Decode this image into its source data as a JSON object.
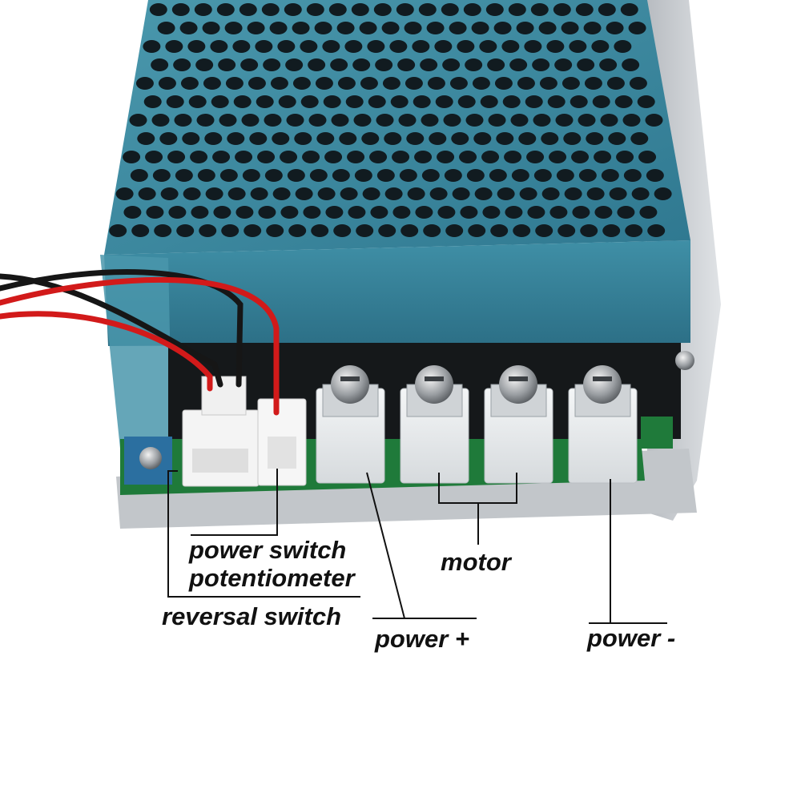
{
  "labels": {
    "power_switch": "power switch",
    "potentiometer": "potentiometer",
    "reversal_switch": "reversal switch",
    "power_plus": "power +",
    "motor": "motor",
    "power_minus": "power -"
  },
  "colors": {
    "housing": "#3f8ba0",
    "housing_dark": "#2a6c80",
    "mesh_hole": "#111b20",
    "pcb": "#1f7a3a",
    "aluminum": "#c9ccd0",
    "terminal": "#e9ecef",
    "connector": "#f4f4f4",
    "wire_red": "#d21a1a",
    "wire_black": "#161616",
    "leader": "#111111"
  },
  "icons": [
    "perforated-cover",
    "screw-terminal",
    "jst-connector"
  ]
}
